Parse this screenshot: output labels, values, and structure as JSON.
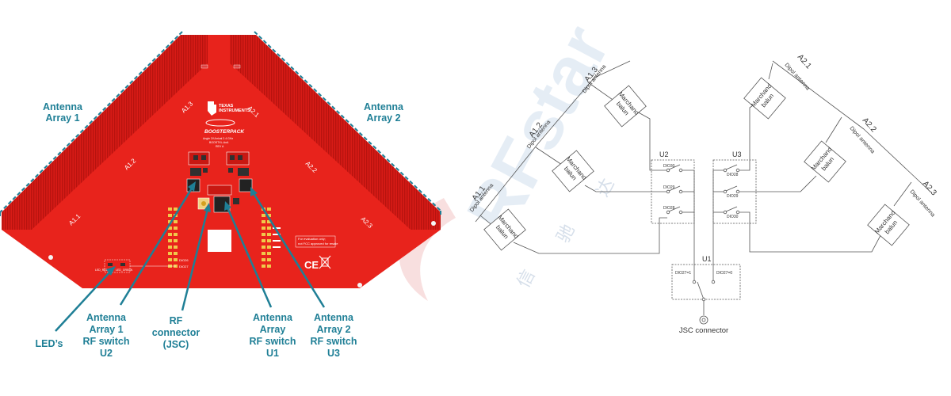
{
  "pcb": {
    "left_label": [
      "Antenna",
      "Array 1"
    ],
    "right_label": [
      "Antenna",
      "Array 2"
    ],
    "board_text": {
      "a11": "A1.1",
      "a12": "A1.2",
      "a13": "A1.3",
      "a21": "A2.1",
      "a22": "A2.2",
      "a23": "A2.3",
      "brand": [
        "TEXAS",
        "INSTRUMENTS"
      ],
      "product": "BOOSTERPACK",
      "product_sub": [
        "Angle Of Arrival 2.4 GHz",
        "BOOSTXL-AoA",
        "REV A"
      ],
      "led_red": "LED_RED",
      "led_green": "LED_GREEN",
      "dio26": "DIO26",
      "dio27": "DIO27",
      "eval_note": [
        "For evaluation only;",
        "not FCC approved for resale"
      ],
      "ce": "CE"
    },
    "callouts": {
      "leds": [
        "LED’s"
      ],
      "u2": [
        "Antenna",
        "Array 1",
        "RF switch",
        "U2"
      ],
      "jsc": [
        "RF",
        "connector",
        "(JSC)"
      ],
      "u1": [
        "Antenna",
        "Array",
        "RF switch",
        "U1"
      ],
      "u3": [
        "Antenna",
        "Array 2",
        "RF switch",
        "U3"
      ]
    },
    "colors": {
      "board": "#e8231c",
      "callout": "#1f7f96"
    }
  },
  "schematic": {
    "antennas": {
      "a11": "A1.1",
      "a12": "A1.2",
      "a13": "A1.3",
      "a21": "A2.1",
      "a22": "A2.2",
      "a23": "A2.3"
    },
    "antenna_type": "Dipol antenna",
    "balun": [
      "Marchand",
      "balun"
    ],
    "u2": {
      "name": "U2",
      "pins": [
        "DIO30",
        "DIO29",
        "DIO28"
      ]
    },
    "u3": {
      "name": "U3",
      "pins": [
        "DIO28",
        "DIO29",
        "DIO30"
      ]
    },
    "u1": {
      "name": "U1",
      "left_pin": "DIO27=1",
      "right_pin": "DIO27=0"
    },
    "connector_label": "JSC connector"
  },
  "watermark": {
    "latin": "RFstar",
    "cjk": [
      "信",
      "驰",
      "达"
    ]
  }
}
